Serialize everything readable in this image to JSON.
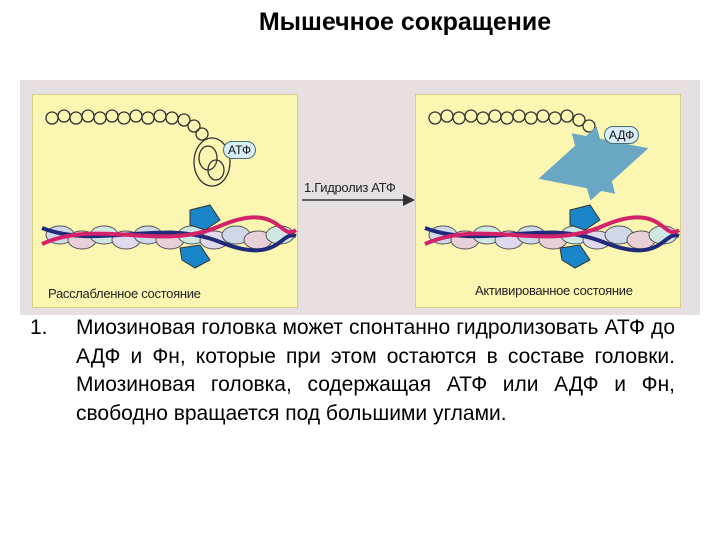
{
  "title": "Мышечное сокращение",
  "figure": {
    "arrow_label": "1.Гидролиз АТФ",
    "left_caption": "Расслабленное состояние",
    "right_caption": "Активированное состояние",
    "atp_label": "АТФ",
    "adp_label": "АДФ"
  },
  "list": {
    "number": "1.",
    "text": "Миозиновая головка может спонтанно гидролизовать АТФ до АДФ и Фн, которые при этом остаются в составе головки. Миозиновая головка, содержащая АТФ или АДФ и Фн, свободно вращается под большими углами."
  }
}
